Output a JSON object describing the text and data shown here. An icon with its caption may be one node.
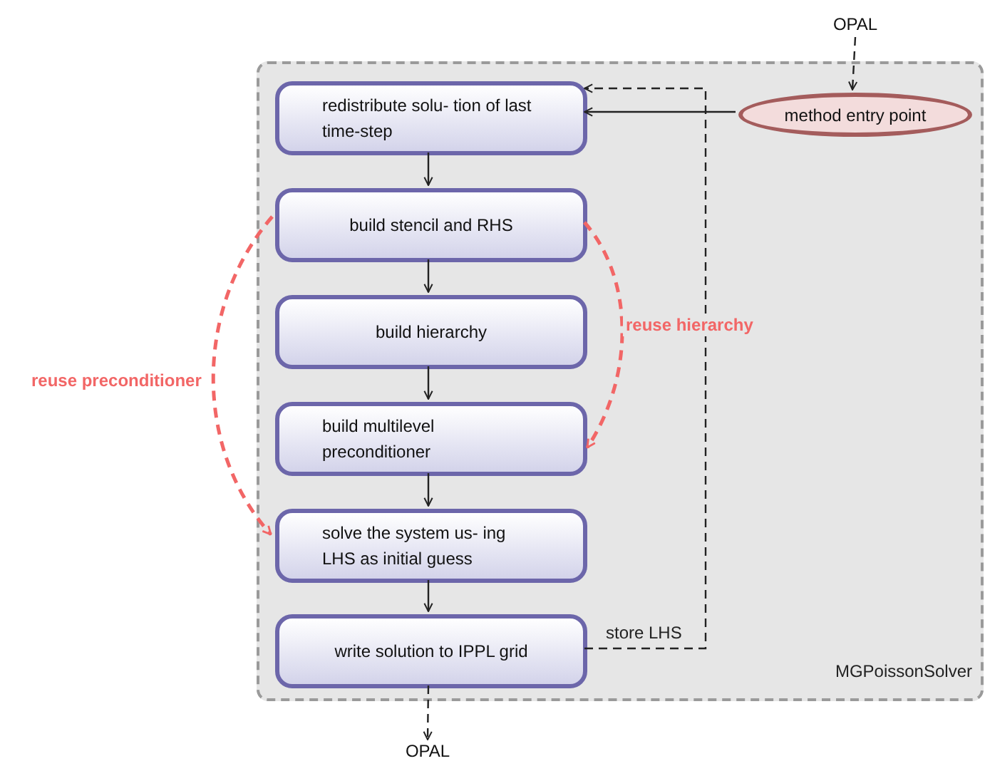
{
  "diagram": {
    "nodes": [
      {
        "text": [
          "MGPoissonSolver"
        ]
      },
      {
        "text": [
          "redistribute solu- tion of last time-step"
        ],
        "in": 0
      },
      {
        "text": [
          "build stencil and RHS"
        ],
        "in": 0
      },
      {
        "text": [
          "build hierarchy"
        ],
        "in": 0
      },
      {
        "text": [
          "build multilevel preconditioner"
        ],
        "in": 0
      },
      {
        "text": [
          "solve the system us- ing LHS as initial guess"
        ],
        "in": 0
      },
      {
        "text": [
          "write solution to IPPL grid"
        ],
        "in": 0
      },
      {
        "text": [
          "method entry point"
        ],
        "in": 0
      },
      {
        "text": [
          "OPAL"
        ]
      },
      {
        "text": [
          "OPAL"
        ]
      }
    ],
    "edges": [
      {
        "from": 8,
        "to": 7,
        "arrow": "to",
        "style": "dashed"
      },
      {
        "from": 7,
        "to": 1,
        "arrow": "to"
      },
      {
        "from": 1,
        "to": 2,
        "arrow": "to"
      },
      {
        "from": 2,
        "to": 3,
        "arrow": "to"
      },
      {
        "from": 3,
        "to": 4,
        "arrow": "to"
      },
      {
        "from": 4,
        "to": 5,
        "arrow": "to"
      },
      {
        "from": 5,
        "to": 6,
        "arrow": "to"
      },
      {
        "from": 6,
        "to": 1,
        "arrow": "to",
        "style": "dashed",
        "label": "store LHS"
      },
      {
        "from": 2,
        "to": 4,
        "arrow": "to",
        "style": "dashed",
        "color": "#f26666",
        "label": "reuse hierarchy"
      },
      {
        "from": 2,
        "to": 5,
        "arrow": "to",
        "style": "dashed",
        "color": "#f26666",
        "label": "reuse preconditioner"
      },
      {
        "from": 6,
        "to": 9,
        "arrow": "to",
        "style": "dashed"
      }
    ]
  }
}
